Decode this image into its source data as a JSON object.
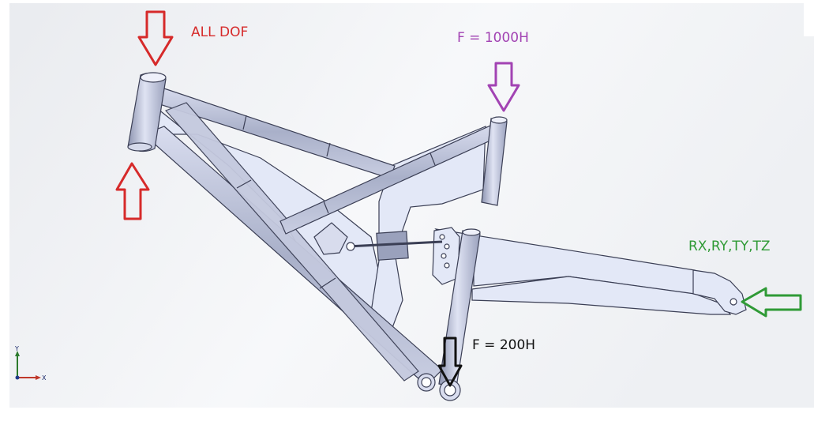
{
  "labels": {
    "all_dof": "ALL DOF",
    "force_top": "F = 1000H",
    "constraint_right": "RX,RY,TY,TZ",
    "force_bottom": "F = 200H"
  },
  "axis_triad": {
    "y": "Y",
    "x": "X"
  },
  "colors": {
    "constraint_red": "#d62a2a",
    "force_purple": "#a243b3",
    "constraint_green": "#2f9a36",
    "force_black": "#111111",
    "tube_blue": "#b9bfd6",
    "plate_blue": "#e3e8f7",
    "outline": "#3b3f55"
  }
}
